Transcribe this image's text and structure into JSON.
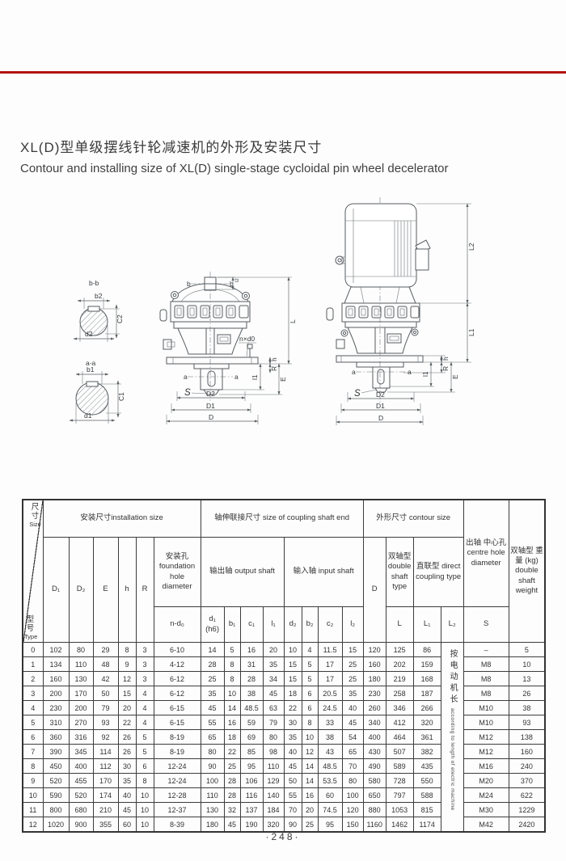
{
  "page": {
    "title_zh": "XL(D)型单级摆线针轮减速机的外形及安装尺寸",
    "title_en": "Contour and installing size of XL(D) single-stage cycloidal pin wheel decelerator",
    "page_number": "·248·",
    "accent_red": "#b21311"
  },
  "drawing": {
    "labels": {
      "section_bb": "b-b",
      "b2": "b2",
      "c2": "C2",
      "d2": "d2",
      "section_aa": "a-a",
      "b1": "b1",
      "c1": "C1",
      "d1": "d1",
      "b": "b",
      "l2_small": "l2",
      "L": "L",
      "nxd0": "n×d0",
      "h": "h",
      "R": "R",
      "l1": "l1",
      "E": "E",
      "a": "a",
      "S": "S",
      "D2": "D2",
      "D1": "D1",
      "D": "D",
      "L1": "L1",
      "L2": "L2"
    }
  },
  "table": {
    "corner": {
      "size_zh": "尺寸",
      "size_en": "Size",
      "type_zh": "型号",
      "type_en": "Type"
    },
    "groups": {
      "install": "安装尺寸installation size",
      "coupling": "轴伸联接尺寸 size of coupling shaft end",
      "contour": "外形尺寸 contour size",
      "centre_hole": "出轴 中心孔 centre hole diameter",
      "weight": "双轴型 重量 (kg) double shaft weight"
    },
    "cols": {
      "D1": "D₁",
      "D2": "D₂",
      "E": "E",
      "h": "h",
      "R": "R",
      "foundation": "安装孔 foundation hole diameter",
      "output_shaft": "输出轴 output shaft",
      "input_shaft": "输入轴 input shaft",
      "D": "D",
      "double_shaft": "双轴型 double shaft type",
      "direct_coupling": "直联型 direct coupling type",
      "nd0": "n-d₀",
      "d1h6": "d₁ (h6)",
      "b1": "b₁",
      "c1": "c₁",
      "l1": "l₁",
      "d2": "d₂",
      "b2": "b₂",
      "c2": "c₂",
      "l2": "l₂",
      "L": "L",
      "L1": "L₁",
      "L2": "L₂",
      "S": "S"
    },
    "l2_note": {
      "zh": "按电动机长",
      "en": "according to length of electric machine"
    },
    "rows": [
      [
        "0",
        "102",
        "80",
        "29",
        "8",
        "3",
        "6-10",
        "14",
        "5",
        "16",
        "20",
        "10",
        "4",
        "11.5",
        "15",
        "120",
        "125",
        "86",
        "–",
        "5"
      ],
      [
        "1",
        "134",
        "110",
        "48",
        "9",
        "3",
        "4-12",
        "28",
        "8",
        "31",
        "35",
        "15",
        "5",
        "17",
        "25",
        "160",
        "202",
        "159",
        "M8",
        "10"
      ],
      [
        "2",
        "160",
        "130",
        "42",
        "12",
        "3",
        "6-12",
        "25",
        "8",
        "28",
        "34",
        "15",
        "5",
        "17",
        "25",
        "180",
        "219",
        "168",
        "M8",
        "13"
      ],
      [
        "3",
        "200",
        "170",
        "50",
        "15",
        "4",
        "6-12",
        "35",
        "10",
        "38",
        "45",
        "18",
        "6",
        "20.5",
        "35",
        "230",
        "258",
        "187",
        "M8",
        "26"
      ],
      [
        "4",
        "230",
        "200",
        "79",
        "20",
        "4",
        "6-15",
        "45",
        "14",
        "48.5",
        "63",
        "22",
        "6",
        "24.5",
        "40",
        "260",
        "346",
        "266",
        "M10",
        "38"
      ],
      [
        "5",
        "310",
        "270",
        "93",
        "22",
        "4",
        "6-15",
        "55",
        "16",
        "59",
        "79",
        "30",
        "8",
        "33",
        "45",
        "340",
        "412",
        "320",
        "M10",
        "93"
      ],
      [
        "6",
        "360",
        "316",
        "92",
        "26",
        "5",
        "8-19",
        "65",
        "18",
        "69",
        "80",
        "35",
        "10",
        "38",
        "54",
        "400",
        "464",
        "361",
        "M12",
        "138"
      ],
      [
        "7",
        "390",
        "345",
        "114",
        "26",
        "5",
        "8-19",
        "80",
        "22",
        "85",
        "98",
        "40",
        "12",
        "43",
        "65",
        "430",
        "507",
        "382",
        "M12",
        "160"
      ],
      [
        "8",
        "450",
        "400",
        "112",
        "30",
        "6",
        "12-24",
        "90",
        "25",
        "95",
        "110",
        "45",
        "14",
        "48.5",
        "70",
        "490",
        "589",
        "435",
        "M16",
        "240"
      ],
      [
        "9",
        "520",
        "455",
        "170",
        "35",
        "8",
        "12-24",
        "100",
        "28",
        "106",
        "129",
        "50",
        "14",
        "53.5",
        "80",
        "580",
        "728",
        "550",
        "M20",
        "370"
      ],
      [
        "10",
        "590",
        "520",
        "174",
        "40",
        "10",
        "12-28",
        "110",
        "28",
        "116",
        "140",
        "55",
        "16",
        "60",
        "100",
        "650",
        "797",
        "588",
        "M24",
        "622"
      ],
      [
        "11",
        "800",
        "680",
        "210",
        "45",
        "10",
        "12-37",
        "130",
        "32",
        "137",
        "184",
        "70",
        "20",
        "74.5",
        "120",
        "880",
        "1053",
        "815",
        "M30",
        "1229"
      ],
      [
        "12",
        "1020",
        "900",
        "355",
        "60",
        "10",
        "8-39",
        "180",
        "45",
        "190",
        "320",
        "90",
        "25",
        "95",
        "150",
        "1160",
        "1462",
        "1174",
        "M42",
        "2420"
      ]
    ]
  }
}
